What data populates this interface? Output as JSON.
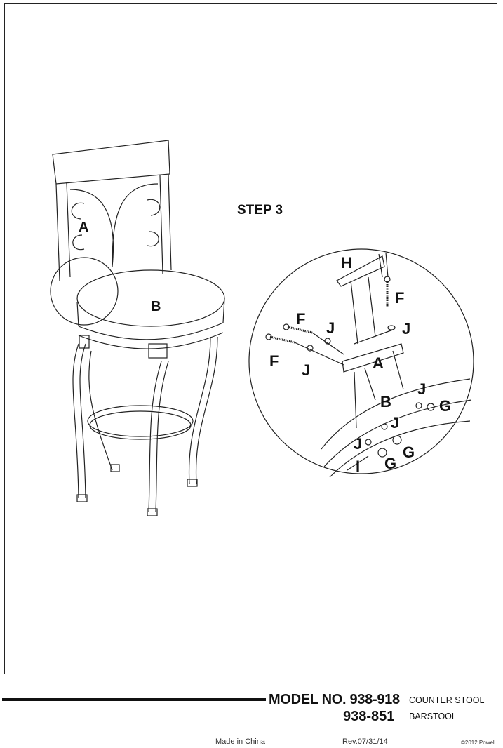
{
  "step_title": "STEP 3",
  "overview_labels": {
    "back": "A",
    "seat": "B"
  },
  "detail_labels": {
    "hex_key": "H",
    "bolt_top": "F",
    "washer_top": "J",
    "bolt_1": "F",
    "washer_1": "J",
    "bolt_2": "F",
    "washer_2": "J",
    "bracket": "A",
    "seat": "B",
    "washer_3": "J",
    "nut_1": "G",
    "washer_4": "J",
    "washer_5": "J",
    "nut_2": "G",
    "nut_3": "G",
    "wrench": "I"
  },
  "footer": {
    "model_prefix": "MODEL NO. 938-918",
    "model_second": "938-851",
    "type_first": "COUNTER STOOL",
    "type_second": "BARSTOOL",
    "made_in": "Made in China",
    "revision": "Rev.07/31/14",
    "copyright": "©2012 Powell"
  }
}
